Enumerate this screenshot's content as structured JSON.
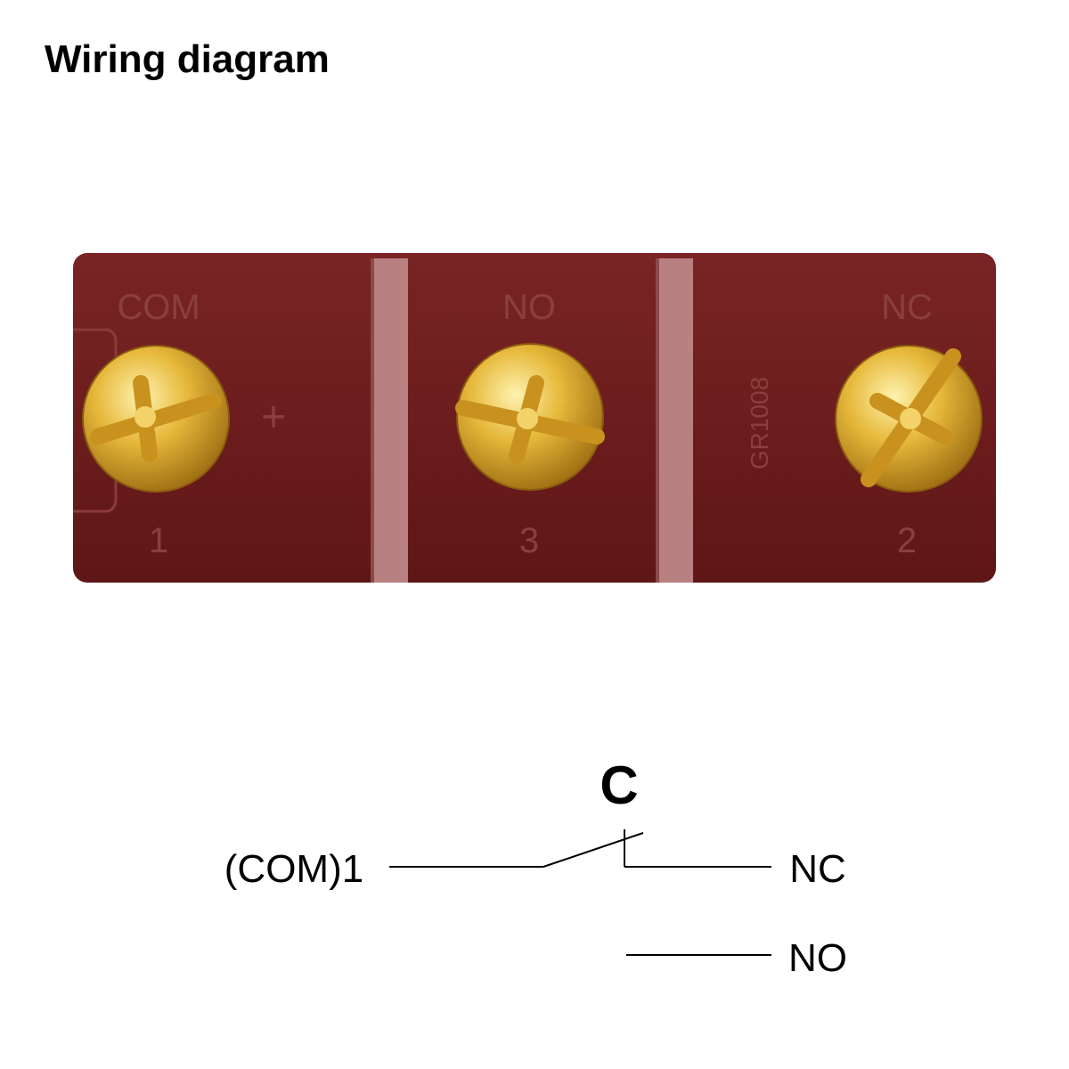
{
  "title": "Wiring diagram",
  "switch_block": {
    "body_color": "#6b1a1a",
    "screw_color": "#d9a52a",
    "terminals": [
      {
        "label": "COM",
        "number": "1",
        "extra": "+"
      },
      {
        "label": "NO",
        "number": "3",
        "extra": ""
      },
      {
        "label": "NC",
        "number": "2",
        "extra": "GR1008"
      }
    ]
  },
  "schematic": {
    "common_label": "C",
    "left_label": "(COM)1",
    "nc_label": "NC",
    "no_label": "NO"
  }
}
